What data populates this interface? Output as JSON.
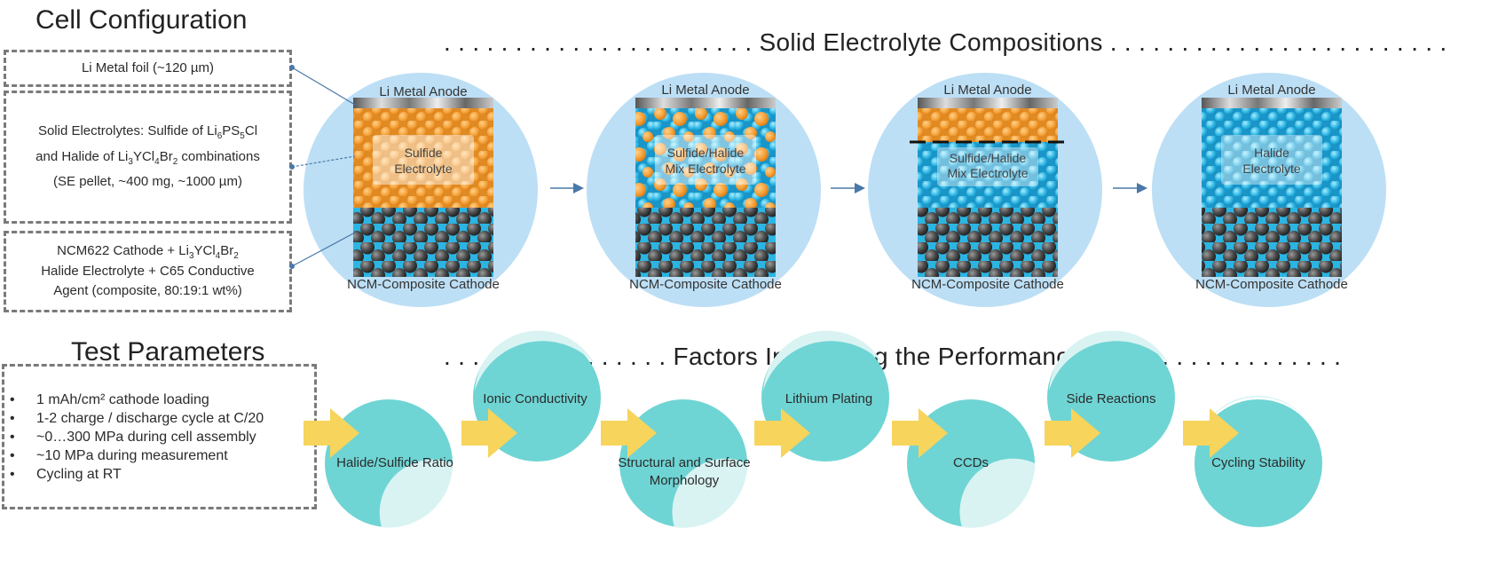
{
  "cell_config": {
    "title": "Cell Configuration",
    "box1": "Li Metal foil (~120 µm)",
    "box2_line1_pre": "Solid Electrolytes: Sulfide of Li",
    "box2_line1_sub1": "6",
    "box2_line1_mid": "PS",
    "box2_line1_sub2": "5",
    "box2_line1_post": "Cl",
    "box2_line2_pre": "and Halide of Li",
    "box2_line2_sub1": "3",
    "box2_line2_mid1": "YCl",
    "box2_line2_sub2": "4",
    "box2_line2_mid2": "Br",
    "box2_line2_sub3": "2",
    "box2_line2_post": " combinations",
    "box2_line3": "(SE pellet, ~400 mg, ~1000 µm)",
    "box3_line1_pre": "NCM622 Cathode + Li",
    "box3_line1_sub1": "3",
    "box3_line1_mid": "YCl",
    "box3_line1_sub2": "4",
    "box3_line1_mid2": "Br",
    "box3_line1_sub3": "2",
    "box3_line2": "Halide Electrolyte + C65 Conductive",
    "box3_line3": "Agent (composite, 80:19:1 wt%)"
  },
  "compositions": {
    "title": "Solid Electrolyte Compositions",
    "cells": [
      {
        "anode": "Li Metal Anode",
        "electrolyte_line1": "Sulfide",
        "electrolyte_line2": "Electrolyte",
        "cathode": "NCM-Composite Cathode"
      },
      {
        "anode": "Li Metal Anode",
        "electrolyte_line1": "Sulfide/Halide",
        "electrolyte_line2": "Mix Electrolyte",
        "cathode": "NCM-Composite Cathode"
      },
      {
        "anode": "Li Metal Anode",
        "electrolyte_line1": "Sulfide/Halide",
        "electrolyte_line2": "Mix Electrolyte",
        "cathode": "NCM-Composite Cathode"
      },
      {
        "anode": "Li Metal Anode",
        "electrolyte_line1": "Halide",
        "electrolyte_line2": "Electrolyte",
        "cathode": "NCM-Composite Cathode"
      }
    ]
  },
  "test_params": {
    "title": "Test Parameters",
    "items": [
      "1 mAh/cm² cathode loading",
      "1-2 charge / discharge cycle at C/20",
      "~0…300 MPa during cell assembly",
      "~10 MPa during measurement",
      "Cycling at RT"
    ]
  },
  "factors": {
    "title": "Factors Influencing the Performance",
    "items": [
      {
        "line1": "Halide/Sulfide Ratio",
        "line2": ""
      },
      {
        "line1": "Ionic Conductivity",
        "line2": ""
      },
      {
        "line1": "Structural and Surface",
        "line2": "Morphology"
      },
      {
        "line1": "Lithium Plating",
        "line2": ""
      },
      {
        "line1": "CCDs",
        "line2": ""
      },
      {
        "line1": "Side Reactions",
        "line2": ""
      },
      {
        "line1": "Cycling Stability",
        "line2": ""
      }
    ]
  },
  "colors": {
    "sulfide": "#f5a23a",
    "halide": "#2bb5e3",
    "cathode": "#3a3a3a",
    "bubble_blue": "#bcdff5",
    "teal": "#6fd4d4",
    "arrow": "#f7d45c"
  }
}
